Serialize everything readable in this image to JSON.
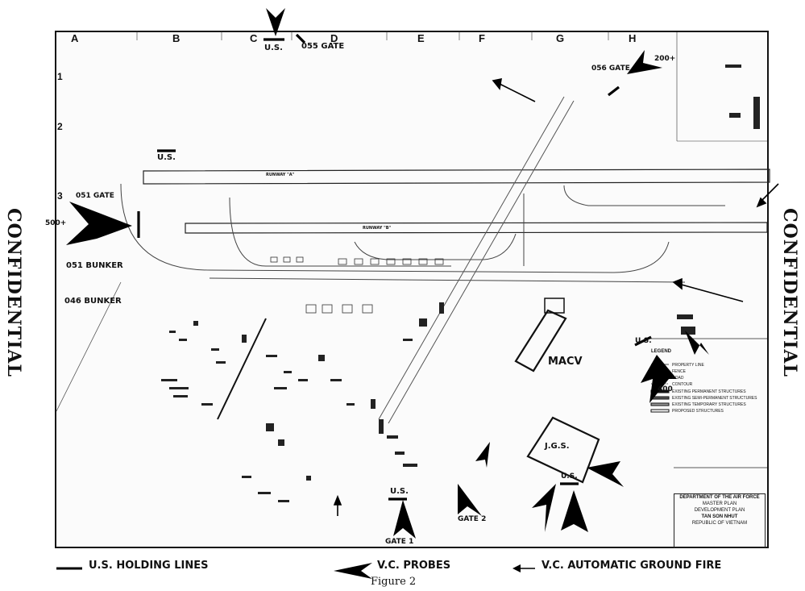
{
  "grid": {
    "columns": [
      "A",
      "B",
      "C",
      "D",
      "E",
      "F",
      "G",
      "H"
    ],
    "rows": [
      "1",
      "2",
      "3"
    ]
  },
  "labels": {
    "us_top": "U.S.",
    "gate_055": "055 GATE",
    "gate_056": "056 GATE",
    "count_200": "200+",
    "us_left": "U.S.",
    "gate_051": "051 GATE",
    "count_500": "500+",
    "bunker_051": "051 BUNKER",
    "bunker_046": "046 BUNKER",
    "macv": "MACV",
    "us_macv": "U.S.",
    "count_400": "400",
    "jgs": "J.G.S.",
    "us_jgs": "U.S.",
    "us_gate1": "U.S.",
    "gate_1": "GATE 1",
    "gate_2": "GATE 2",
    "confidential_left": "CONFIDENTIAL",
    "confidential_right": "CONFIDENTIAL",
    "runway_a": "RUNWAY \"A\"",
    "runway_b": "RUNWAY \"B\""
  },
  "legend_map": {
    "title": "LEGEND",
    "items": [
      "PROPERTY LINE",
      "FENCE",
      "ROAD",
      "CONTOUR",
      "EXISTING PERMANENT STRUCTURES",
      "EXISTING SEMI-PERMANENT STRUCTURES",
      "EXISTING TEMPORARY STRUCTURES",
      "PROPOSED STRUCTURES"
    ]
  },
  "title_block": {
    "line1": "DEPARTMENT OF THE AIR FORCE",
    "line2": "MASTER PLAN",
    "line3": "DEVELOPMENT PLAN",
    "line4": "TAN SON NHUT",
    "line5": "REPUBLIC OF VIETNAM"
  },
  "bottom_legend": {
    "holding_lines": "U.S. HOLDING LINES",
    "probes": "V.C. PROBES",
    "ground_fire": "V.C. AUTOMATIC GROUND FIRE"
  },
  "caption": "Figure 2"
}
